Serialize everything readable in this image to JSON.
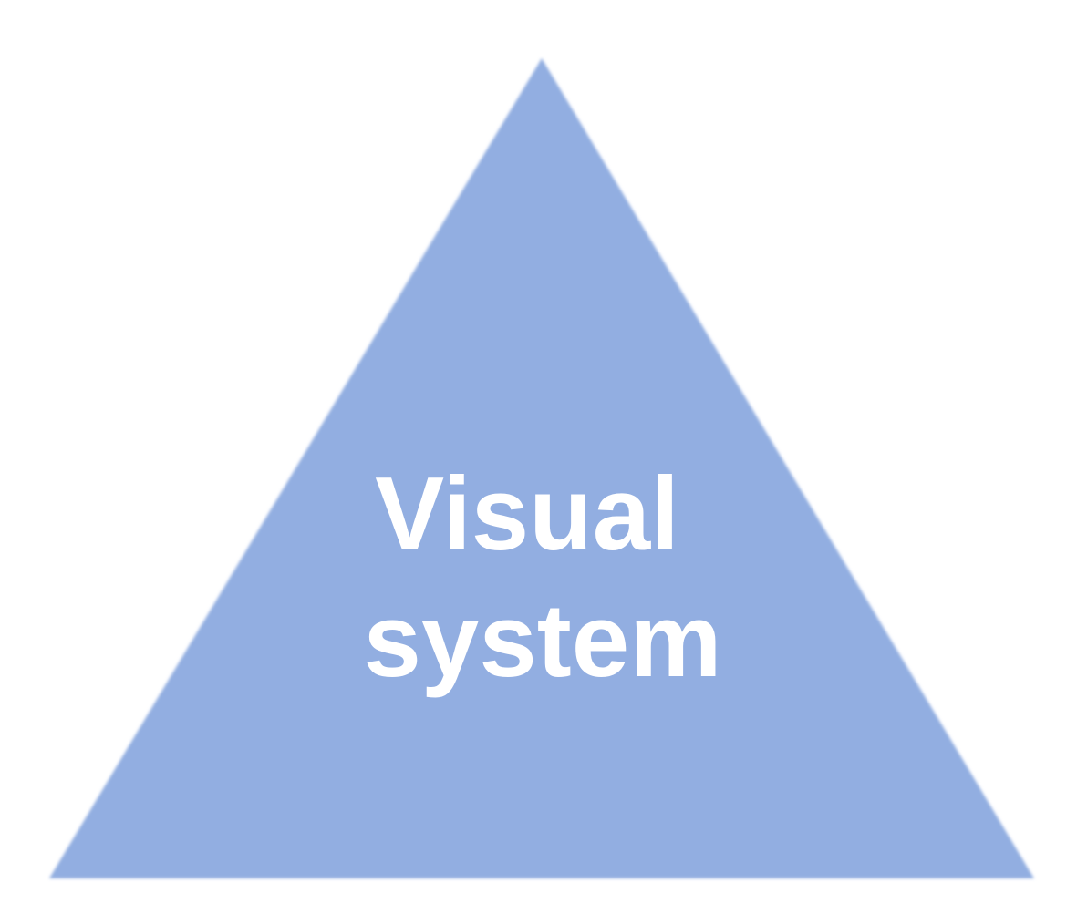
{
  "diagram": {
    "shape": "triangle",
    "fill_color": "#92AEE1",
    "text_color": "#FFFFFF",
    "label_lines": [
      "Visual",
      "system"
    ]
  }
}
